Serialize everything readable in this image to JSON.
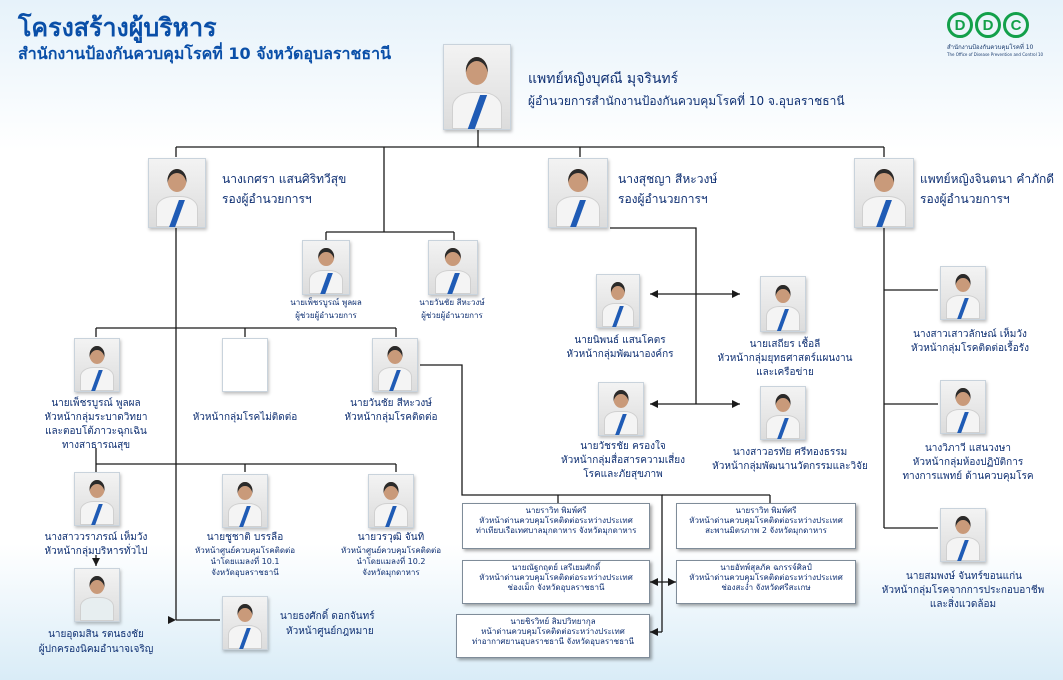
{
  "header": {
    "title": "โครงสร้างผู้บริหาร",
    "subtitle": "สำนักงานป้องกันควบคุมโรคที่ 10 จังหวัดอุบลราชธานี"
  },
  "logo": {
    "letters": [
      "D",
      "D",
      "C"
    ],
    "line1": "สำนักงานป้องกันควบคุมโรคที่ 10",
    "line2": "The Office of Disease Prevention and Control 10",
    "color": "#13a04a"
  },
  "director": {
    "name": "แพทย์หญิงบุศณี มุจรินทร์",
    "title": "ผู้อำนวยการสำนักงานป้องกันควบคุมโรคที่ 10 จ.อุบลราชธานี"
  },
  "deputies": [
    {
      "name": "นางเกศรา แสนศิริทวีสุข",
      "title": "รองผู้อำนวยการฯ"
    },
    {
      "name": "นางสุชญา สีหะวงษ์",
      "title": "รองผู้อำนวยการฯ"
    },
    {
      "name": "แพทย์หญิงจินตนา คำภักดี",
      "title": "รองผู้อำนวยการฯ"
    }
  ],
  "assistants": [
    {
      "name": "นายเพ็ชรบูรณ์ พูลผล",
      "title": "ผู้ช่วยผู้อำนวยการ"
    },
    {
      "name": "นายวันชัย สีหะวงษ์",
      "title": "ผู้ช่วยผู้อำนวยการ"
    }
  ],
  "left_group": {
    "epi": {
      "name": "นายเพ็ชรบูรณ์ พูลผล",
      "title": [
        "หัวหน้ากลุ่มระบาดวิทยา",
        "และตอบโต้ภาวะฉุกเฉิน",
        "ทางสาธารณสุข"
      ]
    },
    "ncd": {
      "title": "หัวหน้ากลุ่มโรคไม่ติดต่อ"
    },
    "cd": {
      "name": "นายวันชัย สีหะวงษ์",
      "title": "หัวหน้ากลุ่มโรคติดต่อ"
    },
    "admin": {
      "name": "นางสาววราภรณ์ เห็มวัง",
      "title": "หัวหน้ากลุ่มบริหารทั่วไป"
    },
    "vbd1": {
      "name": "นายชูชาติ บรรลือ",
      "title": [
        "หัวหน้าศูนย์ควบคุมโรคติดต่อ",
        "นำโดยแมลงที่ 10.1",
        "จังหวัดอุบลราชธานี"
      ]
    },
    "vbd2": {
      "name": "นายวรวุฒิ จันทิ",
      "title": [
        "หัวหน้าศูนย์ควบคุมโรคติดต่อ",
        "นำโดยแมลงที่ 10.2",
        "จังหวัดมุกดาหาร"
      ]
    },
    "support": {
      "name": "นายอุดมสิน รตนธงชัย",
      "title": "ผู้ปกครองนิคมอำนาจเจริญ"
    },
    "legal": {
      "name": "นายธงศักดิ์ ดอกจันทร์",
      "title": "หัวหน้าศูนย์กฎหมาย"
    }
  },
  "middle_group": {
    "partner": {
      "name": "นายนิพนธ์ แสนโคตร",
      "title": "หัวหน้ากลุ่มพัฒนาองค์กร"
    },
    "strategy": {
      "name": "นายเสถียร เชื้อลี",
      "title": [
        "หัวหน้ากลุ่มยุทธศาสตร์แผนงาน",
        "และเครือข่าย"
      ]
    },
    "risk": {
      "name": "นายวัชรชัย ครองใจ",
      "title": [
        "หัวหน้ากลุ่มสื่อสารความเสี่ยง",
        "โรคและภัยสุขภาพ"
      ]
    },
    "innov": {
      "name": "นางสาวอรทัย ศรีทองธรรม",
      "title": "หัวหน้ากลุ่มพัฒนานวัตกรรมและวิจัย"
    }
  },
  "border_boxes": [
    {
      "name": "นายราวิท พิมพ์ศรี",
      "line1": "หัวหน้าด่านควบคุมโรคติดต่อระหว่างประเทศ",
      "line2": "ท่าเทียบเรือเทศบาลมุกดาหาร จังหวัดมุกดาหาร"
    },
    {
      "name": "นายราวิท พิมพ์ศรี",
      "line1": "หัวหน้าด่านควบคุมโรคติดต่อระหว่างประเทศ",
      "line2": "สะพานมิตรภาพ 2 จังหวัดมุกดาหาร"
    },
    {
      "name": "นายณัฐกฤตย์ เสรีเยมศักดิ์",
      "line1": "หัวหน้าด่านควบคุมโรคติดต่อระหว่างประเทศ",
      "line2": "ช่องเม็ก จังหวัดอุบลราชธานี"
    },
    {
      "name": "นายอัทพ์สุลภัค ฉกรรจ์ศิลป์",
      "line1": "หัวหน้าด่านควบคุมโรคติดต่อระหว่างประเทศ",
      "line2": "ช่องสะง่ำ จังหวัดศรีสะเกษ"
    },
    {
      "name": "นายชิรวิทย์ สิมปวิทยากุล",
      "line1": "หน้าด่านควบคุมโรคติดต่อระหว่างประเทศ",
      "line2": "ท่าอากาศยานอุบลราชธานี จังหวัดอุบลราชธานี"
    }
  ],
  "right_group": [
    {
      "name": "นางสาวเสาวลักษณ์ เห็มวัง",
      "title": [
        "หัวหน้ากลุ่มโรคติดต่อเรื้อรัง"
      ]
    },
    {
      "name": "นางวิภาวี แสนวงษา",
      "title": [
        "หัวหน้ากลุ่มห้องปฏิบัติการ",
        "ทางการแพทย์ ด้านควบคุมโรค"
      ]
    },
    {
      "name": "นายสมพงษ์ จันทร์ขอนแก่น",
      "title": [
        "หัวหน้ากลุ่มโรคจากการประกอบอาชีพ",
        "และสิ่งแวดล้อม"
      ]
    }
  ],
  "colors": {
    "title": "#0a4fa8",
    "text": "#0e2f72",
    "line": "#1a1a1a"
  }
}
